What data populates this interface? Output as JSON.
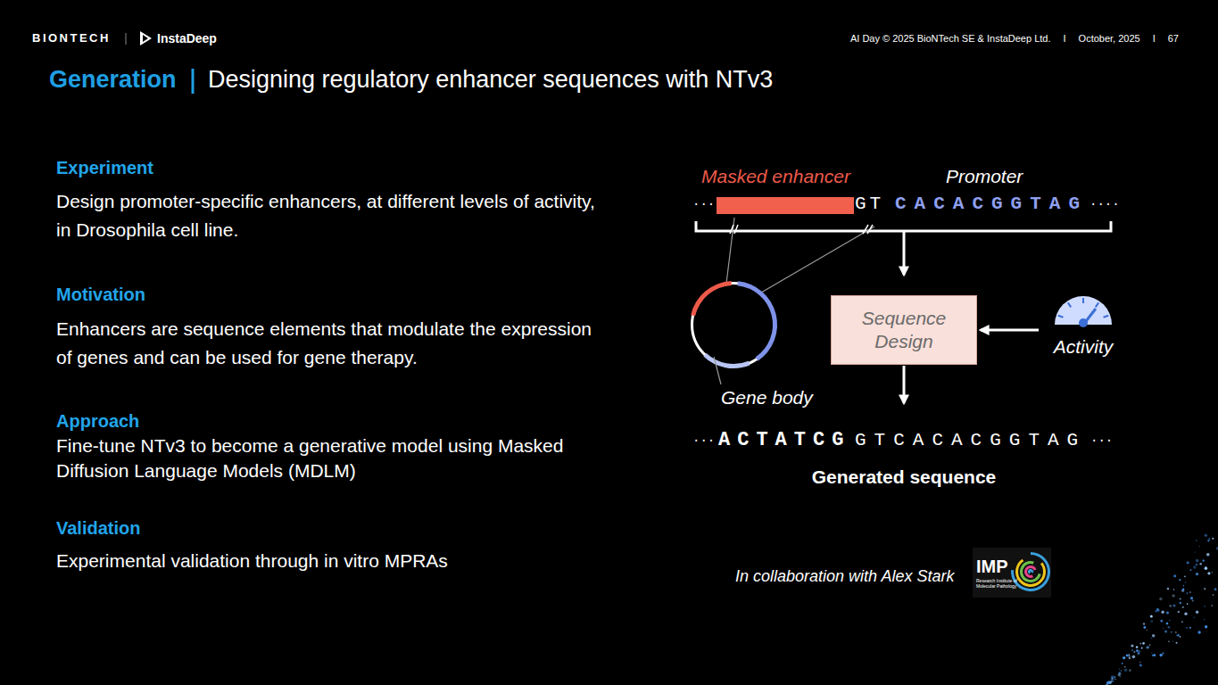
{
  "diagram": {
    "title": "Designing regulatory enhancer sequences with NTv3",
    "nodes": [
      {
        "text": [
          "Sequence Design"
        ]
      },
      {
        "text": [
          "Activity"
        ]
      }
    ],
    "edges": [
      {
        "from": 1,
        "to": 0,
        "arrow": "to"
      }
    ],
    "labels": [
      "BIONTECH",
      "InstaDeep",
      "AI Day © 2025 BioNTech SE & InstaDeep Ltd.",
      "I",
      "October, 2025",
      "I",
      "67",
      "Generation",
      "Experiment",
      "Design promoter-specific enhancers, at different levels of activity, in Drosophila cell line.",
      "Motivation",
      "Enhancers are sequence elements that modulate the expression of genes and can be used for gene therapy.",
      "Approach",
      "Fine-tune NTv3 to become a generative model using Masked Diffusion Language Models (MDLM)",
      "Validation",
      "Experimental validation through in vitro MPRAs",
      "Masked enhancer",
      "Promoter",
      "···",
      "GT",
      "CACACGGTAG",
      "····",
      "Gene body",
      "···",
      "ACTATCG",
      "GTCACACGGTAG",
      "···",
      "Generated sequence",
      "In collaboration with Alex Stark",
      "IMP",
      "Research Institute of Molecular Pathology"
    ]
  }
}
